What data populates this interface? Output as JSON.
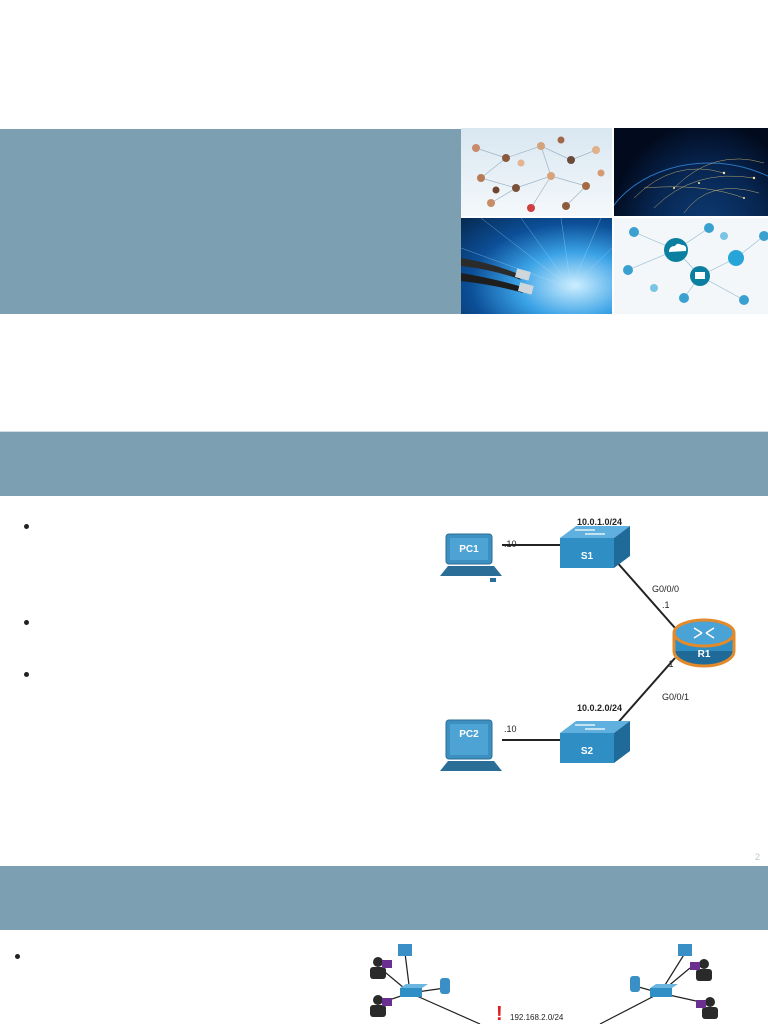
{
  "slide1": {
    "collage": [
      {
        "name": "people-network-image"
      },
      {
        "name": "globe-network-image"
      },
      {
        "name": "ethernet-cables-image"
      },
      {
        "name": "cloud-network-image"
      }
    ]
  },
  "slide2": {
    "bullets": [
      "",
      "",
      ""
    ],
    "topology": {
      "net1": "10.0.1.0/24",
      "net2": "10.0.2.0/24",
      "pc1": "PC1",
      "pc2": "PC2",
      "s1": "S1",
      "s2": "S2",
      "r1": "R1",
      "pc1_host": ".10",
      "pc2_host": ".10",
      "g000": "G0/0/0",
      "g001": "G0/0/1",
      "r1_g0": ".1",
      "r1_g1": ".1"
    },
    "page_number": "2"
  },
  "slide3": {
    "bullets": [
      ""
    ],
    "topology": {
      "partial_net": "192.168.2.0/24",
      "alert_mark": "!"
    }
  },
  "colors": {
    "band": "#7c9fb1",
    "device_blue": "#2f8fc4",
    "router_orange": "#e58a2b"
  }
}
